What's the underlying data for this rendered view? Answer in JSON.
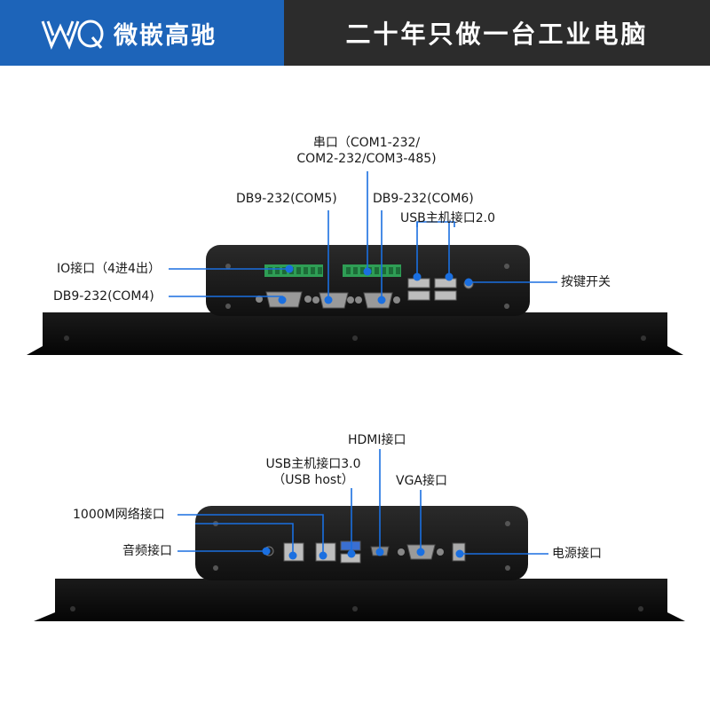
{
  "header": {
    "brand_name": "微嵌高驰",
    "logo_icon": "wq-logo-icon",
    "slogan": "二十年只做一台工业电脑",
    "colors": {
      "brand_bg": "#1d64b9",
      "slogan_bg": "#2c2c2c",
      "callout": "#1a6fe0"
    }
  },
  "top_panel": {
    "serial_title_line1": "串口（COM1-232/",
    "serial_title_line2": "COM2-232/COM3-485)",
    "db9_com5": "DB9-232(COM5)",
    "db9_com6": "DB9-232(COM6)",
    "usb20": "USB主机接口2.0",
    "io": "IO接口（4进4出）",
    "db9_com4": "DB9-232(COM4)",
    "power_button": "按键开关"
  },
  "bottom_panel": {
    "hdmi": "HDMI接口",
    "usb30_line1": "USB主机接口3.0",
    "usb30_line2": "（USB host）",
    "vga": "VGA接口",
    "lan": "1000M网络接口",
    "audio": "音频接口",
    "power": "电源接口"
  }
}
